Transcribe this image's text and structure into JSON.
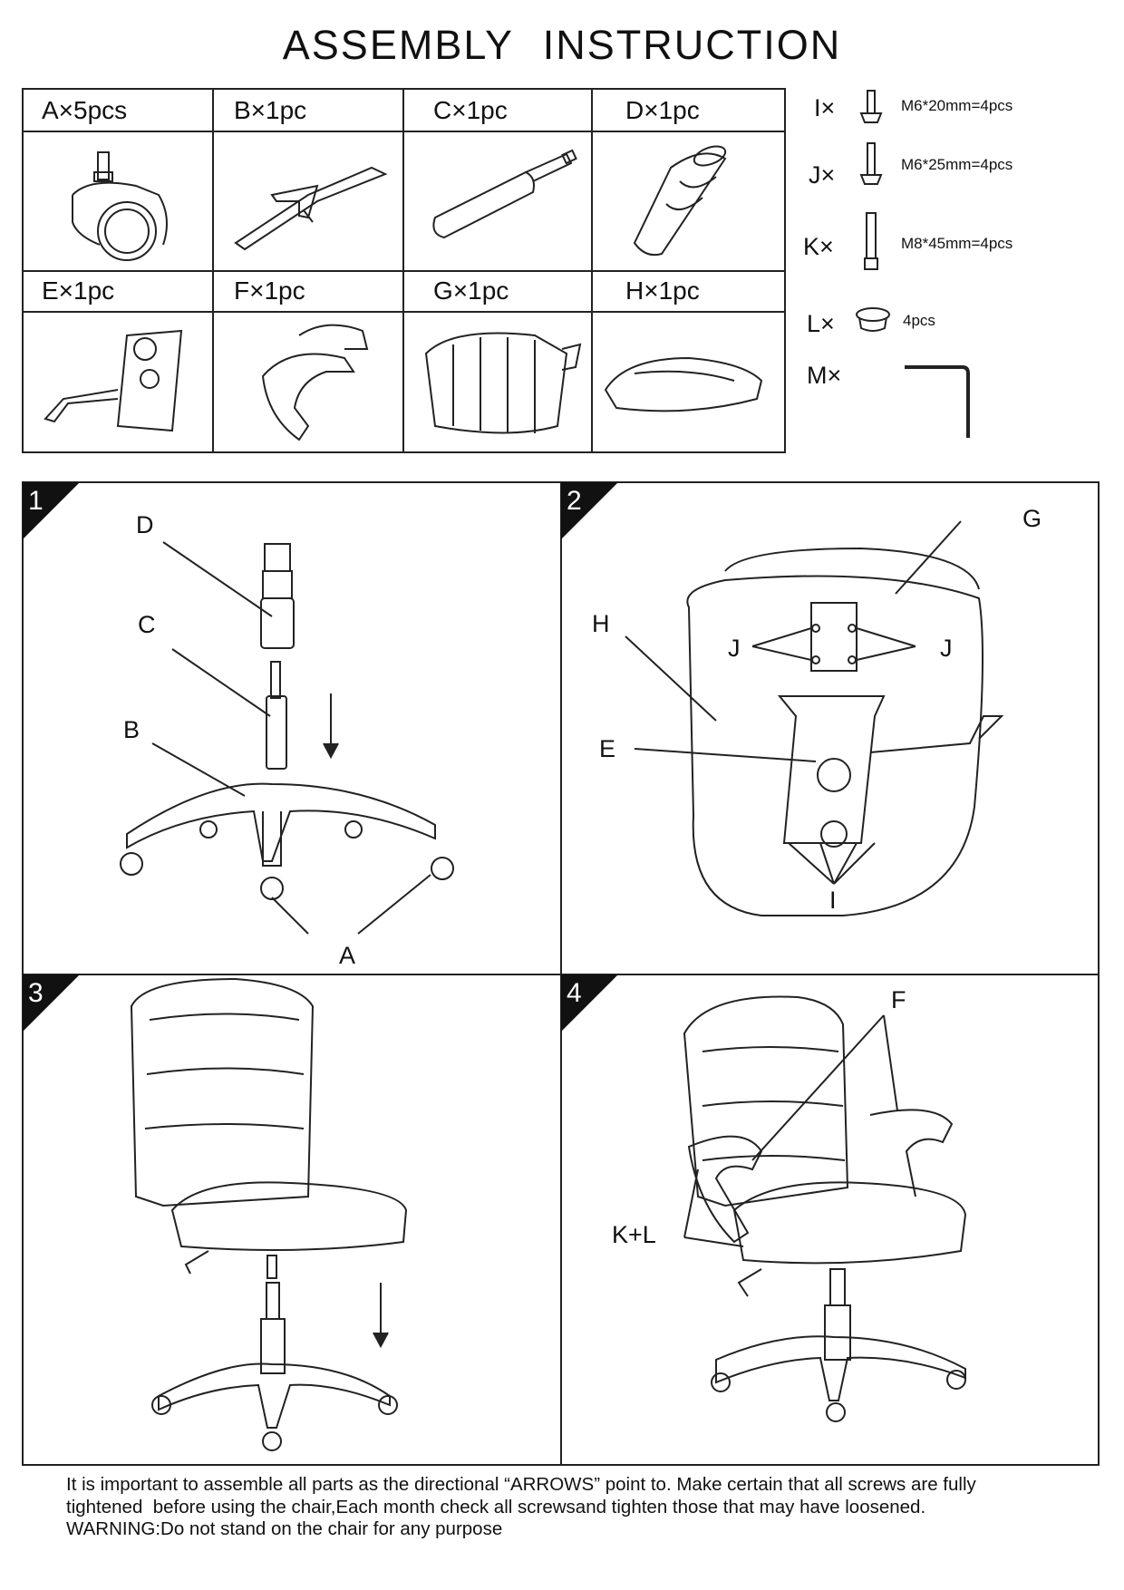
{
  "title": "ASSEMBLY  INSTRUCTION",
  "parts": [
    {
      "label": "A×5pcs",
      "icon": "caster-wheel"
    },
    {
      "label": "B×1pc",
      "icon": "chair-base"
    },
    {
      "label": "C×1pc",
      "icon": "gas-lift"
    },
    {
      "label": "D×1pc",
      "icon": "gas-lift-cover"
    },
    {
      "label": "E×1pc",
      "icon": "tilt-mechanism"
    },
    {
      "label": "F×1pc",
      "icon": "armrests"
    },
    {
      "label": "G×1pc",
      "icon": "backrest"
    },
    {
      "label": "H×1pc",
      "icon": "seat"
    }
  ],
  "hardware": [
    {
      "label": "I×",
      "spec": "M6*20mm=4pcs",
      "icon": "short-screw"
    },
    {
      "label": "J×",
      "spec": "M6*25mm=4pcs",
      "icon": "screw"
    },
    {
      "label": "K×",
      "spec": "M8*45mm=4pcs",
      "icon": "long-bolt"
    },
    {
      "label": "L×",
      "spec": "4pcs",
      "icon": "cap"
    },
    {
      "label": "M×",
      "spec": "",
      "icon": "allen-key"
    }
  ],
  "steps": [
    {
      "number": "1",
      "labels": [
        "D",
        "C",
        "B",
        "A"
      ]
    },
    {
      "number": "2",
      "labels": [
        "G",
        "H",
        "J",
        "J",
        "E",
        "I"
      ]
    },
    {
      "number": "3",
      "labels": []
    },
    {
      "number": "4",
      "labels": [
        "F",
        "K+L"
      ]
    }
  ],
  "footer": {
    "line1": "It is important to assemble all parts as the directional “ARROWS” point to. Make certain that all screws are fully",
    "line2": "tightened  before using the chair,Each month check all screwsand tighten those that may have loosened.",
    "line3": "WARNING:Do not stand on the chair for any purpose"
  }
}
